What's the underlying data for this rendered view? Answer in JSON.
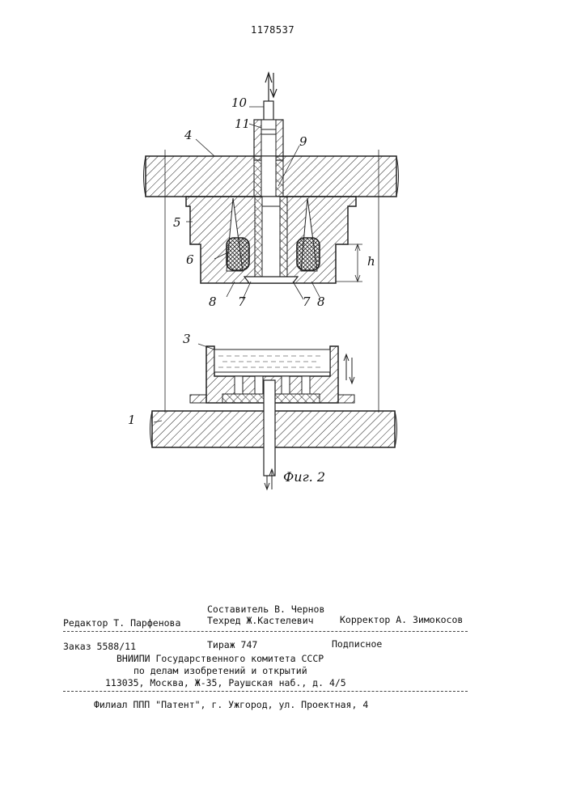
{
  "header": {
    "patent_number": "1178537"
  },
  "figure": {
    "caption": "Фиг. 2",
    "labels": {
      "l1": "1",
      "l3": "3",
      "l4": "4",
      "l5": "5",
      "l6": "6",
      "l7a": "7",
      "l7b": "7",
      "l8a": "8",
      "l8b": "8",
      "l9": "9",
      "l10": "10",
      "l11": "11",
      "lh": "h"
    },
    "stroke_color": "#1a1a1a"
  },
  "imprint": {
    "compiler": "Составитель В. Чернов",
    "editor": "Редактор Т. Парфенова",
    "techred": "Техред Ж.Кастелевич",
    "corrector": "Корректор А. Зимокосов",
    "order": "Заказ 5588/11",
    "circulation": "Тираж 747",
    "subscription": "Подписное",
    "org_line1": "ВНИИПИ Государственного комитета СССР",
    "org_line2": "по делам изобретений и открытий",
    "address": "113035, Москва, Ж-35, Раушская наб., д. 4/5",
    "branch": "Филиал ППП \"Патент\", г. Ужгород, ул. Проектная, 4"
  }
}
